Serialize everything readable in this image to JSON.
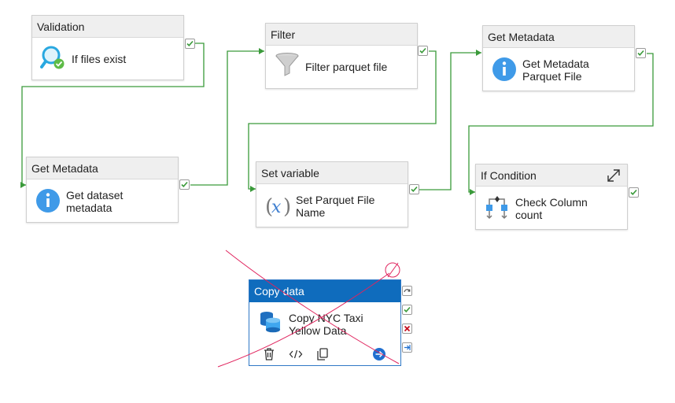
{
  "activities": {
    "validation": {
      "type": "Validation",
      "name": "If files exist"
    },
    "get_metadata_1": {
      "type": "Get Metadata",
      "name": "Get dataset\nmetadata"
    },
    "filter": {
      "type": "Filter",
      "name": "Filter parquet file"
    },
    "set_variable": {
      "type": "Set variable",
      "name": "Set Parquet File\nName"
    },
    "get_metadata_2": {
      "type": "Get Metadata",
      "name": "Get Metadata\nParquet File"
    },
    "if_condition": {
      "type": "If Condition",
      "name": "Check Column\ncount"
    },
    "copy_data": {
      "type": "Copy data",
      "name": "Copy NYC Taxi\nYellow Data"
    }
  },
  "colors": {
    "connector": "#3a9a3a",
    "success": "#3a9a3a",
    "failure": "#c50f1f",
    "copy_header": "#0f6cbd",
    "deleted_mark": "#e0245e"
  },
  "icons": {
    "validation": "magnifier-check-icon",
    "get_metadata": "info-icon",
    "filter": "funnel-icon",
    "set_variable": "variable-x-icon",
    "if_condition": "branch-icon",
    "copy_data": "database-copy-icon"
  }
}
